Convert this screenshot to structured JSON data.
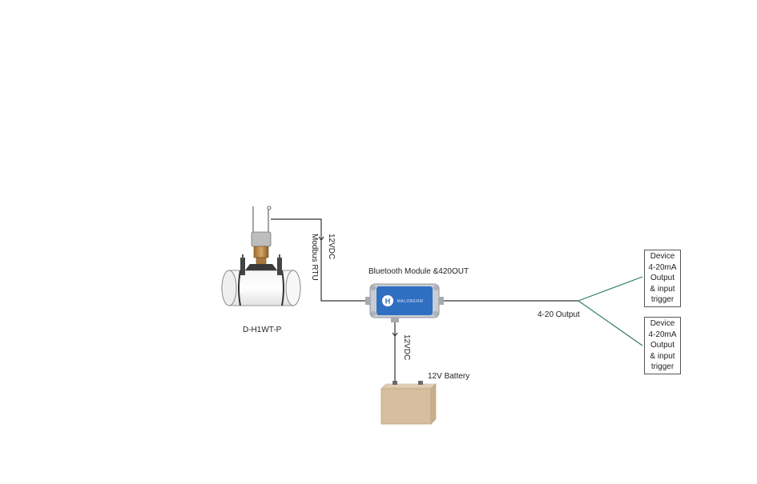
{
  "sensor": {
    "label": "D-H1WT-P"
  },
  "module": {
    "label": "Bluetooth Module &420OUT",
    "logo_text": "MALOBERM"
  },
  "battery": {
    "label": "12V Battery"
  },
  "connections": {
    "sensor_power": "12VDC",
    "sensor_comm": "Modbus RTU",
    "battery_power": "12VDC",
    "output": "4-20 Output"
  },
  "devices": [
    {
      "lines": [
        "Device",
        "4-20mA",
        "Output",
        "& input",
        "trigger"
      ]
    },
    {
      "lines": [
        "Device",
        "4-20mA",
        "Output",
        "& input",
        "trigger"
      ]
    }
  ],
  "colors": {
    "wire": "#333333",
    "split_wire": "#2e7d5b",
    "module_face": "#2f6fc2",
    "module_body": "#c9ccd2",
    "battery": "#d9c4a8"
  }
}
